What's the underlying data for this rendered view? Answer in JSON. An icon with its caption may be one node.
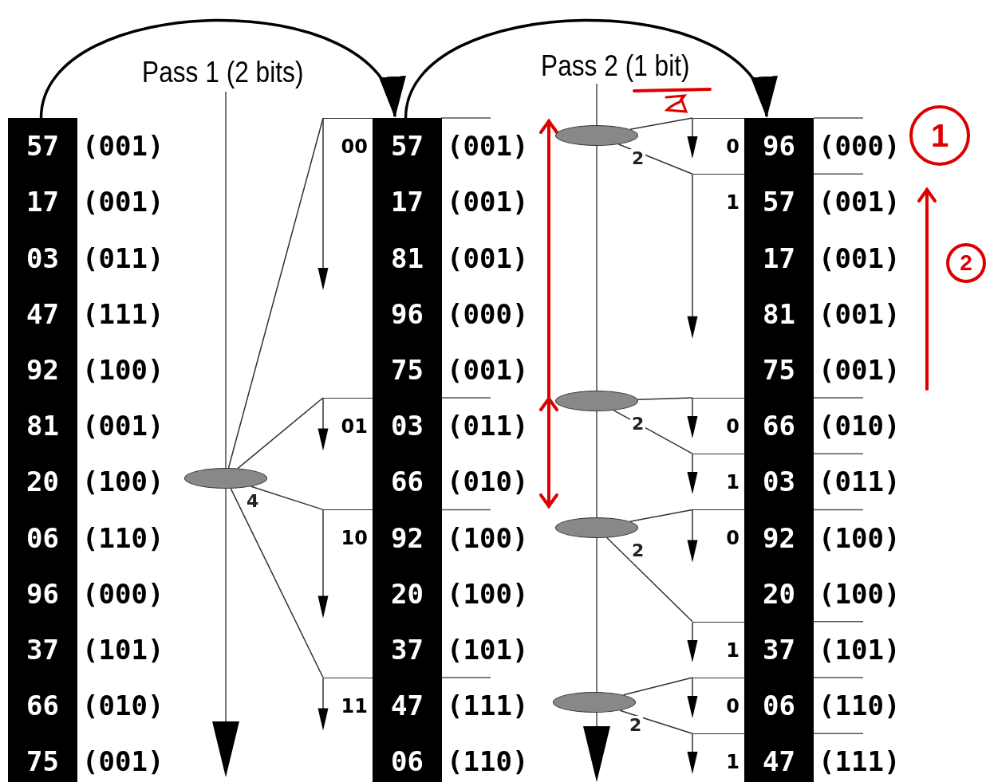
{
  "diagram": {
    "nodes": [
      {
        "text": [
          "57",
          "17",
          "03",
          "47",
          "92",
          "81",
          "20",
          "06",
          "96",
          "37",
          "66",
          "75"
        ],
        "beside": [
          "(001)",
          "(001)",
          "(011)",
          "(111)",
          "(100)",
          "(001)",
          "(100)",
          "(110)",
          "(000)",
          "(101)",
          "(010)",
          "(001)"
        ]
      },
      {
        "text": [],
        "shape": "ellipse",
        "beside": [
          "4"
        ]
      },
      {
        "text": [
          "00"
        ]
      },
      {
        "text": [
          "01"
        ]
      },
      {
        "text": [
          "10"
        ]
      },
      {
        "text": [
          "11"
        ]
      },
      {
        "text": [
          "57",
          "17",
          "81",
          "96",
          "75",
          "03",
          "66",
          "92",
          "20",
          "37",
          "47",
          "06"
        ],
        "beside": [
          "(001)",
          "(001)",
          "(001)",
          "(000)",
          "(001)",
          "(011)",
          "(010)",
          "(100)",
          "(100)",
          "(101)",
          "(111)",
          "(110)"
        ]
      },
      {
        "text": [],
        "shape": "ellipse",
        "beside": [
          "2"
        ]
      },
      {
        "text": [],
        "shape": "ellipse",
        "beside": [
          "2"
        ]
      },
      {
        "text": [],
        "shape": "ellipse",
        "beside": [
          "2"
        ]
      },
      {
        "text": [],
        "shape": "ellipse",
        "beside": [
          "2"
        ]
      },
      {
        "text": [
          "0"
        ]
      },
      {
        "text": [
          "1"
        ]
      },
      {
        "text": [
          "0"
        ]
      },
      {
        "text": [
          "1"
        ]
      },
      {
        "text": [
          "0"
        ]
      },
      {
        "text": [
          "1"
        ]
      },
      {
        "text": [
          "0"
        ]
      },
      {
        "text": [
          "1"
        ]
      },
      {
        "text": [
          "96",
          "57",
          "17",
          "81",
          "75",
          "66",
          "03",
          "92",
          "20",
          "37",
          "06",
          "47"
        ],
        "beside": [
          "(000)",
          "(001)",
          "(001)",
          "(001)",
          "(001)",
          "(010)",
          "(011)",
          "(100)",
          "(100)",
          "(101)",
          "(110)",
          "(111)"
        ]
      }
    ],
    "edges": [
      {
        "from": 0,
        "to": 6,
        "arrow": "to",
        "style": "thick"
      },
      {
        "from": 6,
        "to": 19,
        "arrow": "to",
        "style": "thick"
      },
      {
        "from": 1,
        "to": 2,
        "arrow": "none"
      },
      {
        "from": 1,
        "to": 3,
        "arrow": "none"
      },
      {
        "from": 1,
        "to": 4,
        "arrow": "none"
      },
      {
        "from": 1,
        "to": 5,
        "arrow": "none"
      },
      {
        "from": 7,
        "to": 11,
        "arrow": "none"
      },
      {
        "from": 7,
        "to": 12,
        "arrow": "none"
      },
      {
        "from": 8,
        "to": 13,
        "arrow": "none"
      },
      {
        "from": 8,
        "to": 14,
        "arrow": "none"
      },
      {
        "from": 9,
        "to": 15,
        "arrow": "none"
      },
      {
        "from": 9,
        "to": 16,
        "arrow": "none"
      },
      {
        "from": 10,
        "to": 17,
        "arrow": "none"
      },
      {
        "from": 10,
        "to": 18,
        "arrow": "none"
      }
    ],
    "labels": [
      "Pass 1 (2 bits)",
      "Pass 2 (1 bit)",
      "1",
      "2"
    ]
  }
}
